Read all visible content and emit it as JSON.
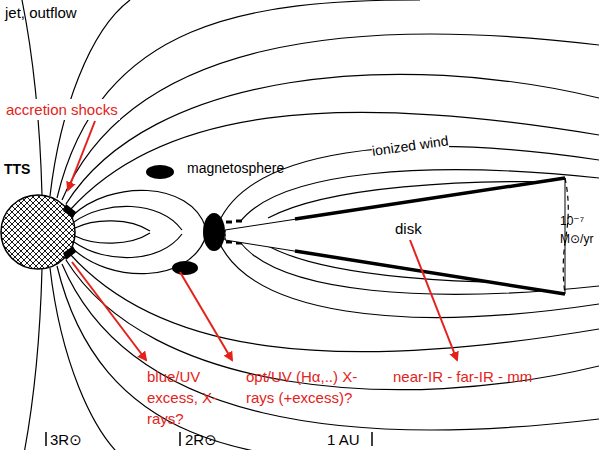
{
  "diagram": {
    "nodes": [
      {
        "text": [
          "TTS"
        ]
      },
      {
        "text": [
          "disk"
        ]
      }
    ],
    "labels": [
      "jet, outflow",
      "accretion shocks",
      "magnetosphere",
      "ionized wind",
      "10⁻⁷ M⊙/yr",
      "blue/UV excess, X-rays?",
      "opt/UV (Hα,..) X-rays (+excess)?",
      "near-IR - far-IR - mm",
      "3R⊙",
      "2R⊙",
      "1 AU"
    ]
  }
}
